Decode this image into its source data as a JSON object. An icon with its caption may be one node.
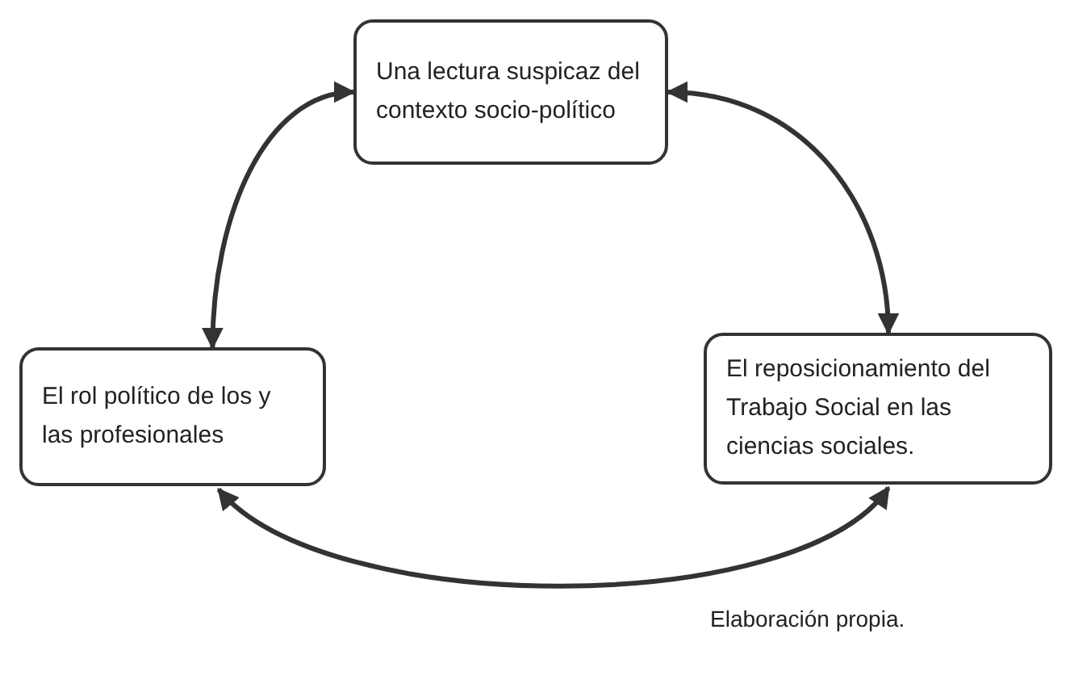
{
  "diagram": {
    "caption": "Elaboración propia.",
    "nodes": [
      {
        "text": [
          "Una lectura suspicaz del contexto socio-político"
        ]
      },
      {
        "text": [
          "El rol político de los y las profesionales"
        ]
      },
      {
        "text": [
          "El reposicionamiento del Trabajo Social en las ciencias sociales."
        ]
      }
    ],
    "edges": [
      {
        "from": 0,
        "to": 1,
        "arrow": "both"
      },
      {
        "from": 0,
        "to": 2,
        "arrow": "both"
      },
      {
        "from": 1,
        "to": 2,
        "arrow": "both"
      }
    ]
  }
}
